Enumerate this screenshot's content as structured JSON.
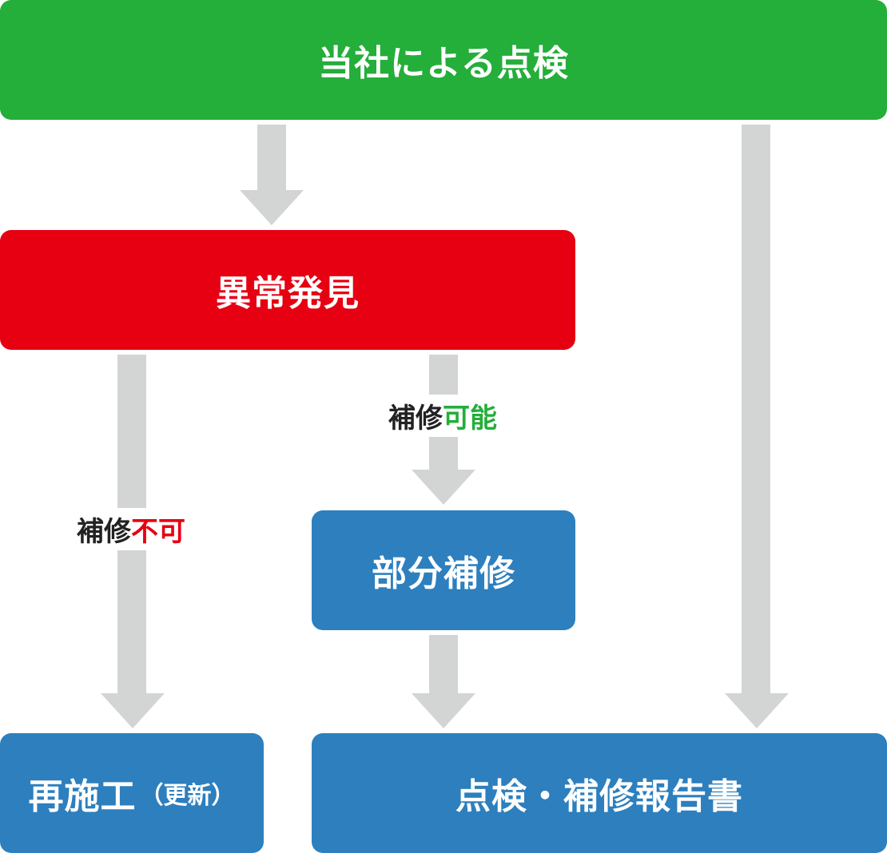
{
  "colors": {
    "top": "#24ae3a",
    "anomaly": "#e60012",
    "blue": "#2d7fbe",
    "arrow": "#d3d4d4",
    "label_dark": "#222222",
    "label_green": "#24ae3a",
    "label_red": "#e60012"
  },
  "nodes": {
    "inspection": "当社による点検",
    "anomaly": "異常発見",
    "partial_repair": "部分補修",
    "reconstruction": "再施工",
    "reconstruction_note": "（更新）",
    "report": "点検・補修報告書"
  },
  "edges": {
    "repairable": {
      "prefix": "補修",
      "suffix": "可能"
    },
    "unrepairable": {
      "prefix": "補修",
      "suffix": "不可"
    }
  }
}
